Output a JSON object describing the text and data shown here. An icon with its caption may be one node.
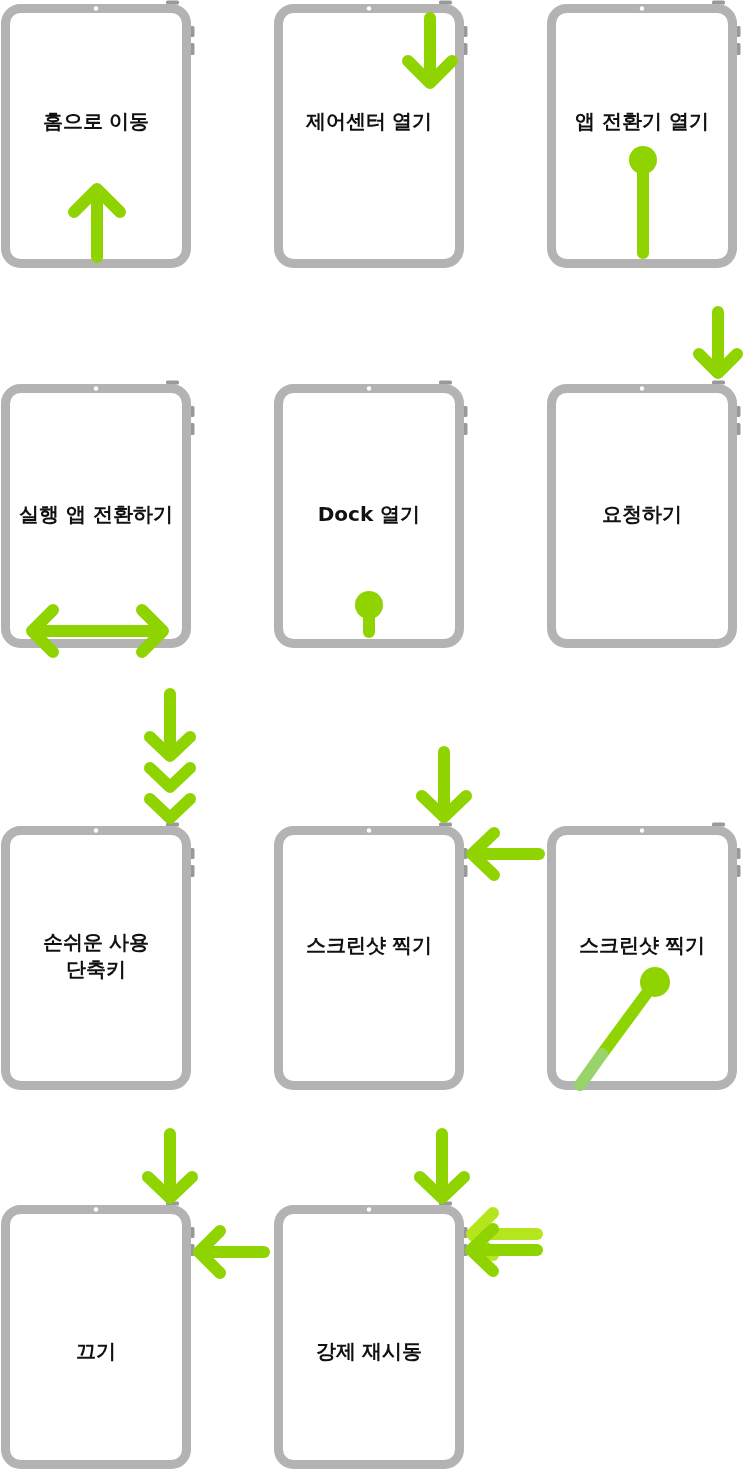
{
  "diagram": {
    "nodes": [
      {
        "text": [
          "홈으로 이동"
        ]
      },
      {
        "text": [
          "제어센터 열기"
        ]
      },
      {
        "text": [
          "앱 전환기 열기"
        ]
      },
      {
        "text": [
          "실행 앱 전환하기"
        ]
      },
      {
        "text": [
          "Dock 열기"
        ]
      },
      {
        "text": [
          "요청하기"
        ]
      },
      {
        "text": [
          "손쉬운 사용 단축키"
        ]
      },
      {
        "text": [
          "스크린샷 찍기"
        ]
      },
      {
        "text": [
          "스크린샷 찍기"
        ]
      },
      {
        "text": [
          "끄기"
        ]
      },
      {
        "text": [
          "강제 재시동"
        ]
      }
    ]
  }
}
